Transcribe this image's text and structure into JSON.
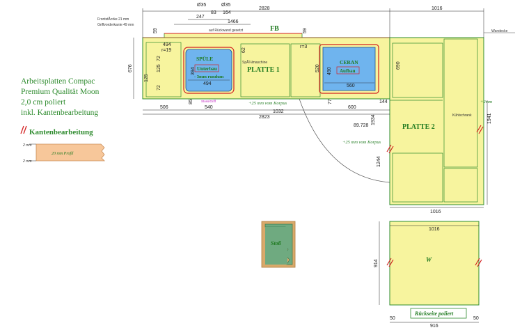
{
  "notes": {
    "line1": "Arbeitsplatten Compac",
    "line2": "Premium Qualität Moon",
    "line3": "2,0 cm poliert",
    "line4": "inkl. Kantenbearbeitung",
    "edge_title": "Kantenbearbeitung",
    "profile_label": "20 mm Profil",
    "profile_dim_top": "2 mm",
    "profile_dim_bottom": "2 mm"
  },
  "header_notes": {
    "front": "FrontstÃ¤rke 21 mm",
    "grip": "Griffvorderkante 49 mm"
  },
  "labels": {
    "fb": "FB",
    "platte1": "PLATTE 1",
    "platte2": "PLATTE 2",
    "spuele": "SPÜLE",
    "unterbau": "Unterbau",
    "rundum": "- 3mm rundum",
    "ceran": "CERAN",
    "aufbau": "Aufbau",
    "spuelmaschine": "SpÃ¼lmaschine",
    "korpus1": "+25 mm vom Korpus",
    "korpus2": "+25 mm vom Korpus",
    "plus2": "+2mm",
    "stoss": "Stoß",
    "w": "W",
    "rueckseite": "Rückseite poliert",
    "r19": "r=19",
    "r3": "r=3",
    "wandecke": "Wandecke",
    "kuehlschrank": "Kühlschrank",
    "fb_small": "auf Rückwand gesetzt",
    "small_marker": "Stoss/Griff"
  },
  "dims": {
    "d2828": "2828",
    "d1016_top": "1016",
    "d35a": "Ø35",
    "d35b": "Ø35",
    "d247": "247",
    "d83": "83",
    "d164": "164",
    "d1466": "1466",
    "d59a": "59",
    "d59b": "59",
    "d62": "62",
    "d676": "676",
    "d494a": "494",
    "d72a": "72",
    "d125a": "125",
    "d125b": "125",
    "d72b": "72",
    "d394": "394",
    "d494b": "494",
    "d85": "85",
    "d506": "506",
    "d540": "540",
    "d1032": "1032",
    "d2823": "2823",
    "d520": "520",
    "d490": "490",
    "d560": "560",
    "d77": "77",
    "d600": "600",
    "d144": "144",
    "d690": "690",
    "d89728": "89.728",
    "d1934": "1934",
    "d1244": "1244",
    "d1941": "1941",
    "d1016_mid": "1016",
    "d1016_w": "1016",
    "d914": "914",
    "d50a": "50",
    "d916": "916",
    "d50b": "50"
  },
  "colors": {
    "worktop": "#f7f49e",
    "outline": "#2e8b2e",
    "cutout": "#6fb4ee",
    "cutout_border": "#d32020",
    "edge_mark": "#d32020",
    "profile": "#f7c79a",
    "stoss_block": "#6faa80",
    "stoss_frame": "#d9a96a"
  }
}
